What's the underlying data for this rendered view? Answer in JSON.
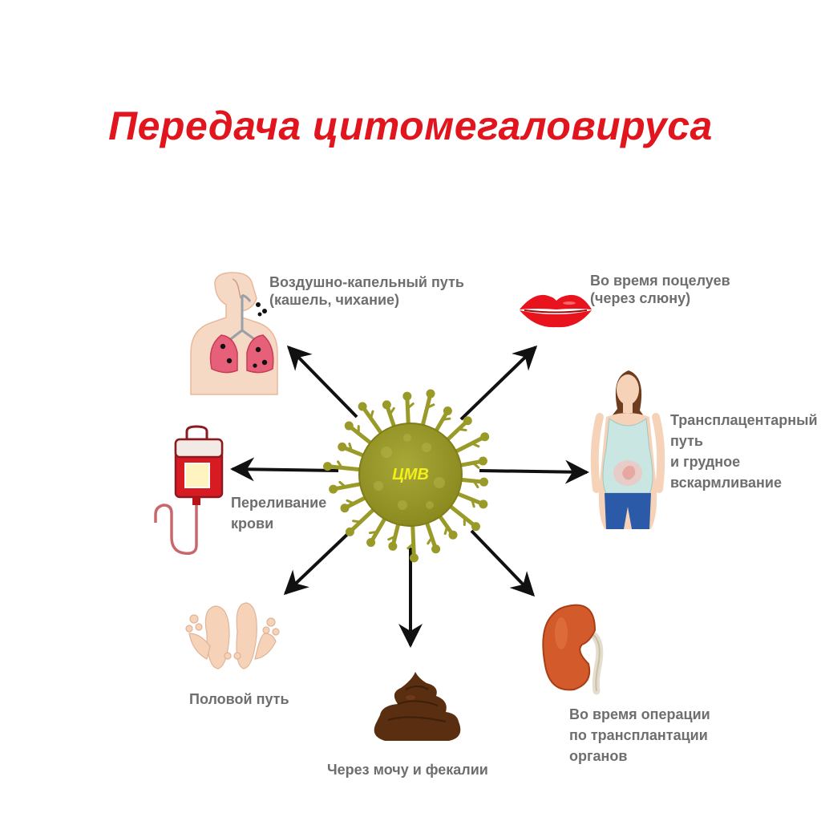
{
  "title": "Передача цитомегаловируса",
  "center": {
    "label": "ЦМВ",
    "virus_color": "#9a9a28",
    "label_color": "#f2ef1a"
  },
  "routes": {
    "airborne": {
      "lines": [
        "Воздушно-капельный путь",
        "(кашель, чихание)"
      ],
      "icon": "human-lungs-icon"
    },
    "kiss": {
      "lines": [
        "Во время поцелуев",
        "(через слюну)"
      ],
      "icon": "lips-icon"
    },
    "transplacental": {
      "lines": [
        "Трансплацентарный",
        "путь",
        "и грудное",
        "вскармливание"
      ],
      "icon": "pregnant-woman-icon"
    },
    "blood": {
      "lines": [
        "Переливание",
        "крови"
      ],
      "icon": "blood-bag-icon"
    },
    "sexual": {
      "lines": [
        "Половой путь"
      ],
      "icon": "feet-icon"
    },
    "feces": {
      "lines": [
        "Через мочу и фекалии"
      ],
      "icon": "feces-icon"
    },
    "organ": {
      "lines": [
        "Во время операции",
        "по трансплантации",
        "органов"
      ],
      "icon": "kidney-icon"
    }
  },
  "colors": {
    "title": "#e0151d",
    "label": "#6e6e6e",
    "arrow": "#111111"
  }
}
